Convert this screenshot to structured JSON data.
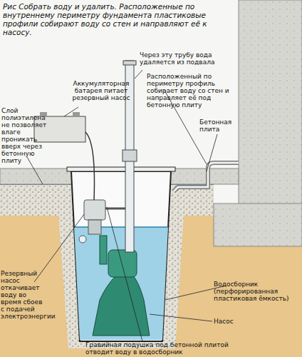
{
  "diagram": {
    "title": "Рис Собрать воду и удалить. Расположенные по внутреннему периметру фундамента пластиковые профили собирают воду со стен и направляют её к насосу.",
    "labels": [
      "Слой полиэтилена не позволяет влаге проникать вверх через бетонную плиту",
      "Аккумуляторная батарея питает резервный насос",
      "Через эту трубу вода удаляется из подвала",
      "Расположенный по периметру профиль собирает воду со стен и направляет её под бетонную плиту",
      "Бетонная плита",
      "Резервный насос откачивает воду во время сбоев с подачей электроэнергии",
      "Водосборник (перфорированная пластиковая ёмкость)",
      "Насос",
      "Гравийная подушка под бетонной плитой отводит воду в водосборник"
    ]
  }
}
